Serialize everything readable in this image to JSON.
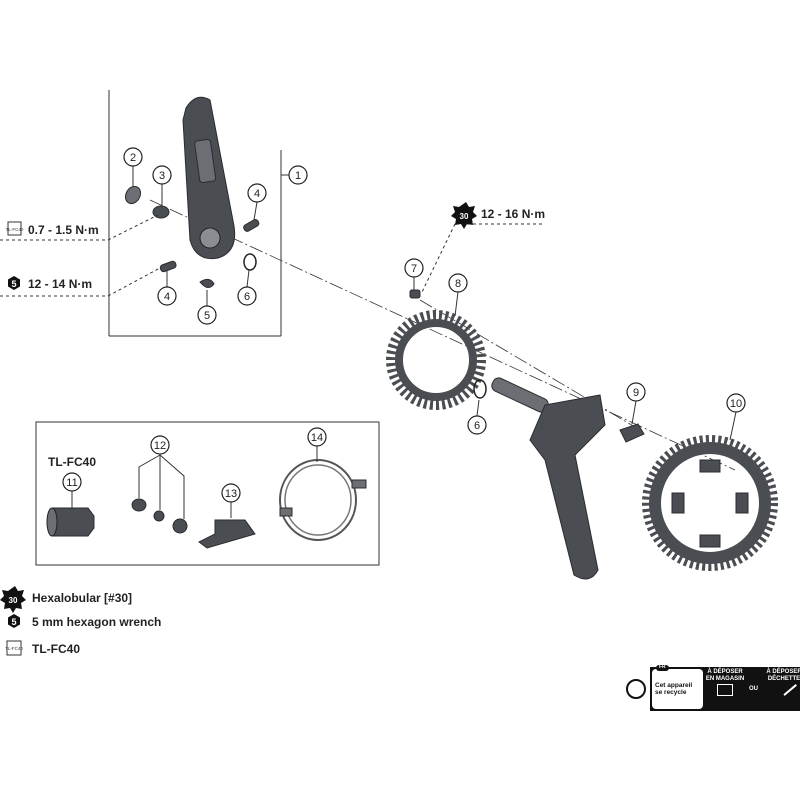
{
  "callouts": {
    "c1": "1",
    "c2": "2",
    "c3": "3",
    "c4a": "4",
    "c4b": "4",
    "c5": "5",
    "c6a": "6",
    "c7": "7",
    "c8": "8",
    "c9": "9",
    "c10": "10",
    "c6b": "6",
    "c11": "11",
    "c12": "12",
    "c13": "13",
    "c14": "14"
  },
  "torque": {
    "tl_fc40": "0.7 - 1.5 N·m",
    "hex5": "12 - 14 N·m",
    "hexalobular30": "12 - 16 N·m"
  },
  "icons": {
    "tl_icon_text": "TL-FC40",
    "hex5_icon_text": "5",
    "hexalobular_icon_text": "30"
  },
  "tool_box": {
    "label": "TL-FC40"
  },
  "legend": [
    {
      "icon": "hexalobular-icon",
      "icon_text": "30",
      "label": "Hexalobular [#30]"
    },
    {
      "icon": "hexagon-wrench-icon",
      "icon_text": "5",
      "label": "5 mm hexagon wrench"
    },
    {
      "icon": "tool-icon",
      "icon_text": "TL-FC40",
      "label": "TL-FC40"
    }
  ],
  "recycle_logo": {
    "country": "FR",
    "line1": "Cet appareil",
    "line2": "se recycle",
    "store": "À DÉPOSER EN MAGASIN",
    "or": "OU",
    "dump": "À DÉPOSER EN DÉCHETTERIE"
  },
  "colors": {
    "part": "#4a4d52",
    "ink": "#222222"
  }
}
